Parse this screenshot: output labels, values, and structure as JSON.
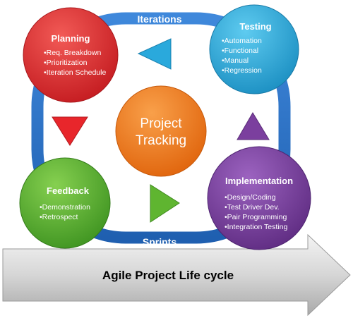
{
  "ring": {
    "top_label": "Iterations",
    "bottom_label": "Sprints"
  },
  "center": {
    "line1": "Project",
    "line2": "Tracking"
  },
  "nodes": {
    "planning": {
      "title": "Planning",
      "items": [
        "•Req. Breakdown",
        "•Prioritization",
        "•Iteration Schedule"
      ],
      "color": "#e8262b"
    },
    "testing": {
      "title": "Testing",
      "items": [
        "•Automation",
        "•Functional",
        "•Manual",
        "•Regression"
      ],
      "color": "#2aa9dc"
    },
    "implementation": {
      "title": "Implementation",
      "items": [
        "•Design/Coding",
        "•Test Driver Dev.",
        "•Pair Programming",
        "•Integration Testing"
      ],
      "color": "#7b3f9e"
    },
    "feedback": {
      "title": "Feedback",
      "items": [
        "•Demonstration",
        "•Retrospect"
      ],
      "color": "#5fb530"
    }
  },
  "arrows": {
    "top_color": "#2aa9dc",
    "right_color": "#7b3f9e",
    "bottom_color": "#5fb530",
    "left_color": "#e8262b"
  },
  "banner": {
    "label": "Agile Project Life cycle"
  },
  "colors": {
    "ring": "#2e74c9",
    "center": "#f07a1a"
  }
}
